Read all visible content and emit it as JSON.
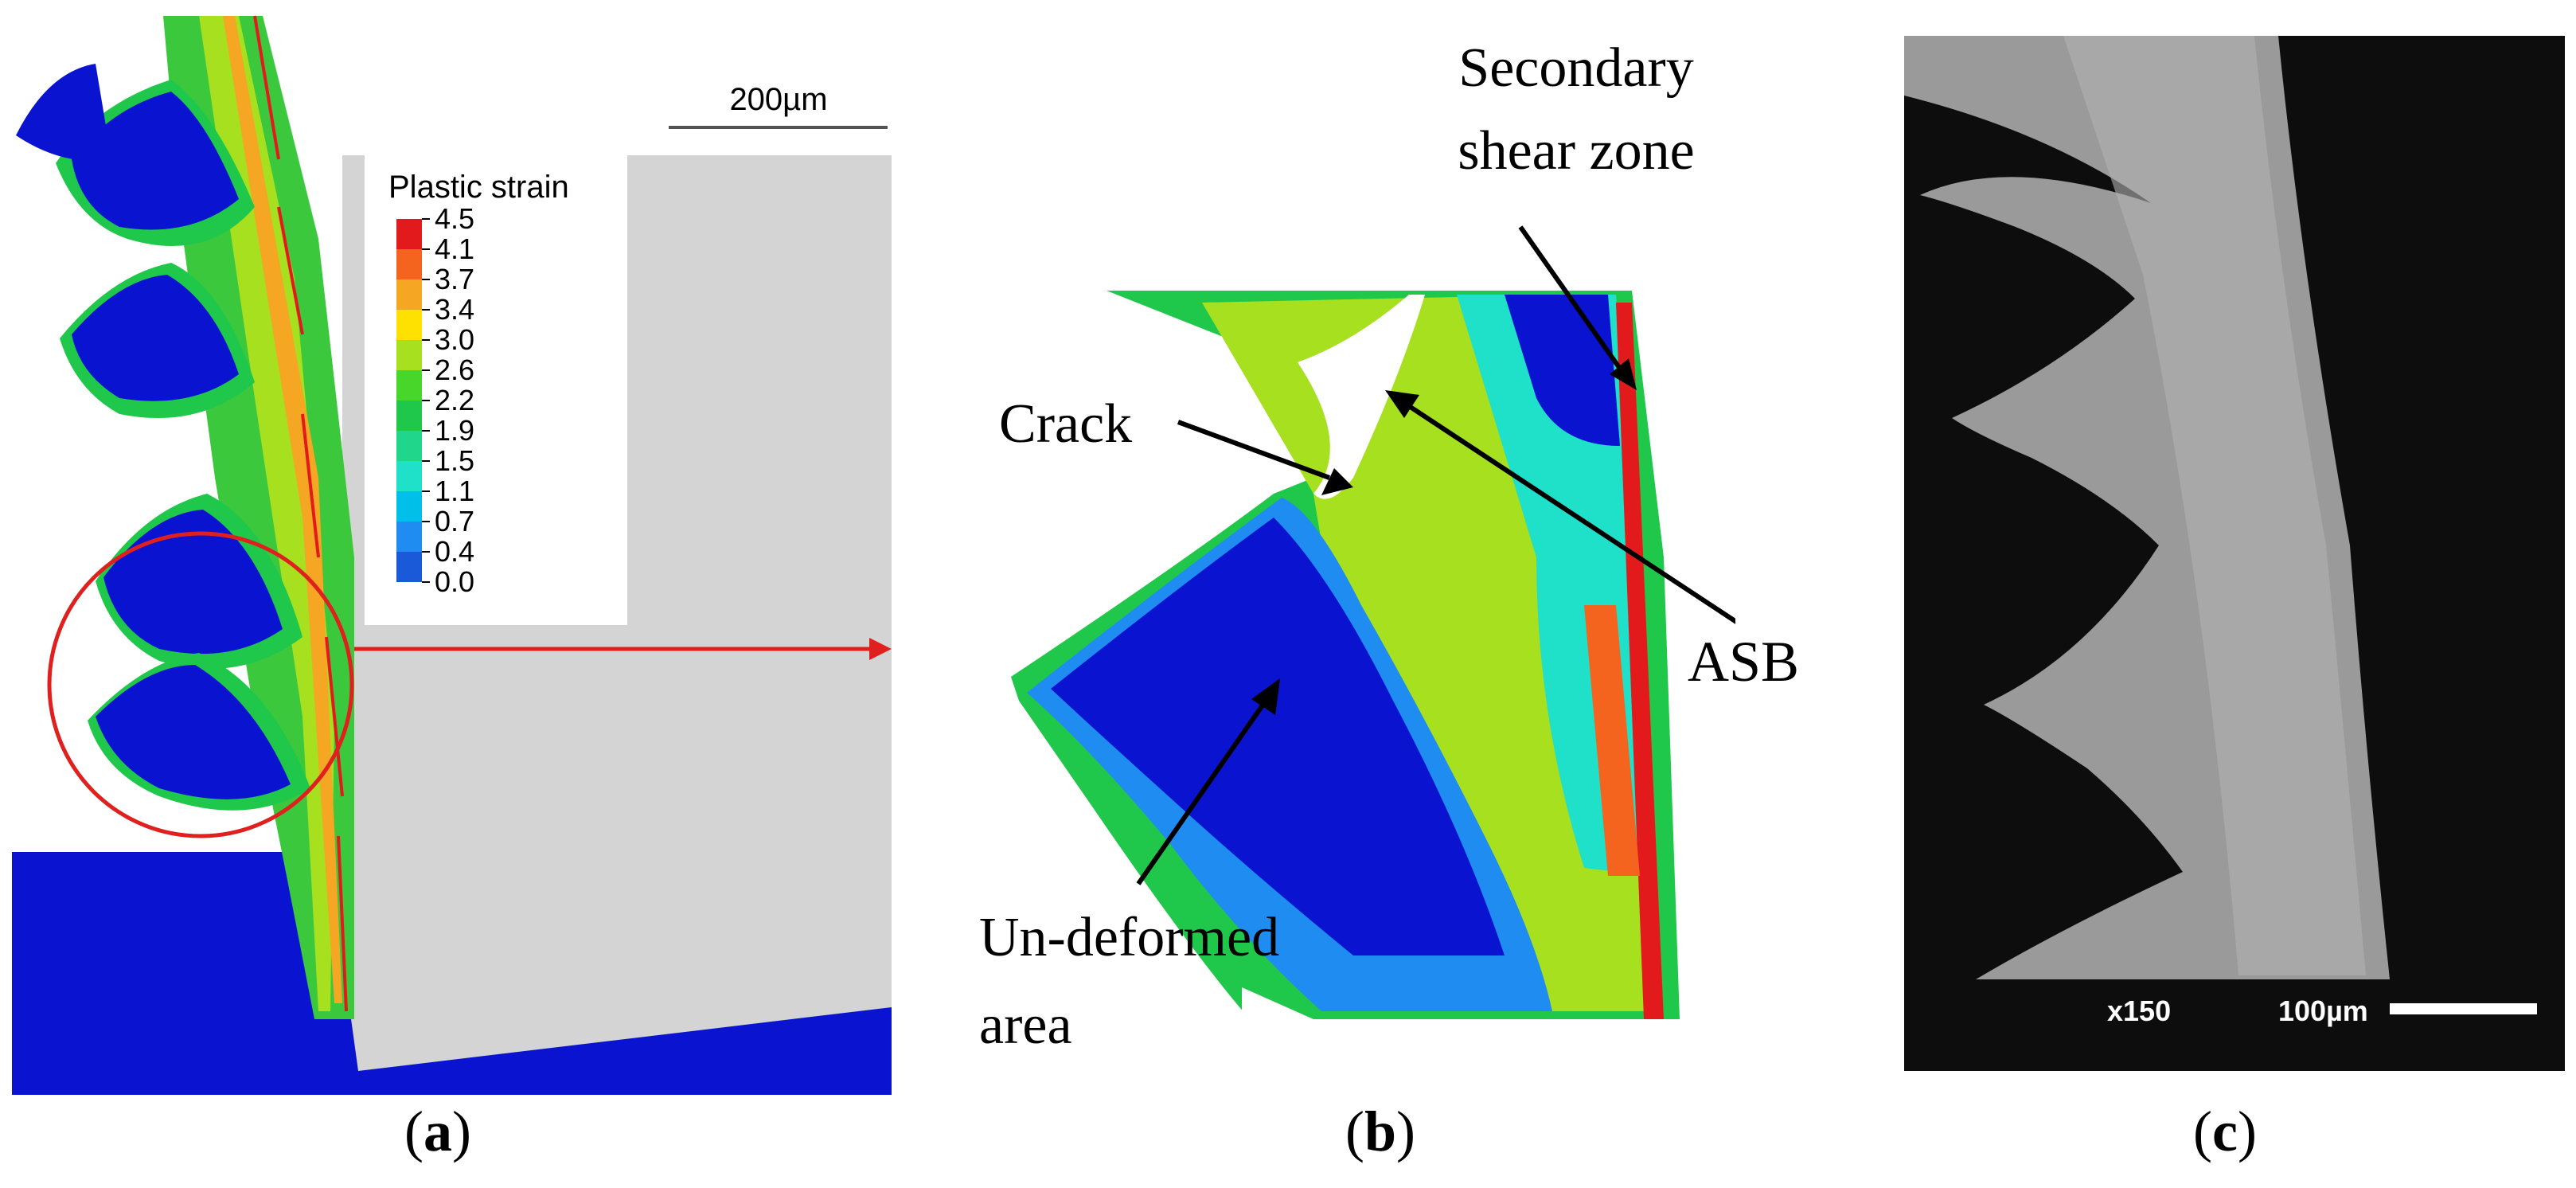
{
  "figure": {
    "panel_a": {
      "scale_bar_label": "200µm",
      "legend_title": "Plastic strain",
      "legend_values": [
        "4.5",
        "4.1",
        "3.7",
        "3.4",
        "3.0",
        "2.6",
        "2.2",
        "1.9",
        "1.5",
        "1.1",
        "0.7",
        "0.4",
        "0.0"
      ],
      "legend_colors": [
        "#e31a1c",
        "#f5641e",
        "#f5a623",
        "#ffe100",
        "#a6e01f",
        "#49d62a",
        "#1fc84a",
        "#1fd68a",
        "#1fe0c8",
        "#00bfe8",
        "#1e8cf0",
        "#1a5ad8",
        "#0a14d0"
      ],
      "caption_letter": "a"
    },
    "panel_b": {
      "labels": {
        "secondary_line1": "Secondary",
        "secondary_line2": "shear zone",
        "crack": "Crack",
        "asb": "ASB",
        "undeformed_line1": "Un-deformed",
        "undeformed_line2": "area"
      },
      "caption_letter": "b"
    },
    "panel_c": {
      "magnification": "x150",
      "scale_bar_label": "100µm",
      "caption_letter": "c"
    },
    "colors": {
      "undeformed_blue": "#0a14d0",
      "tool_gray": "#d4d4d4",
      "highlight_red": "#e0201e",
      "sem_background": "#0d0d0d",
      "sem_chip": "#9a9a9a"
    }
  }
}
